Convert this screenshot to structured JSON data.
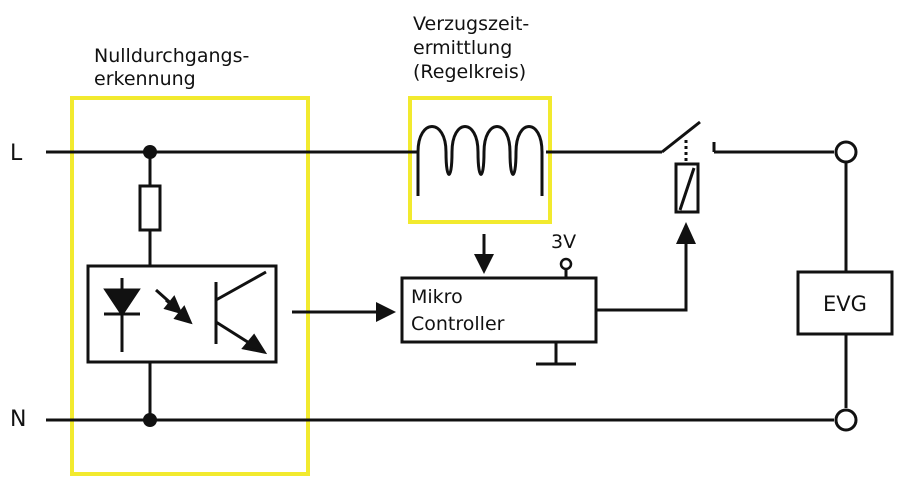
{
  "colors": {
    "ink": "#111111",
    "highlight": "#f2ea2e",
    "background": "#ffffff"
  },
  "rails": {
    "live": "L",
    "neutral": "N"
  },
  "blocks": {
    "zero_cross": {
      "title_line1": "Nulldurchgangs-",
      "title_line2": "erkennung"
    },
    "delay": {
      "title_line1": "Verzugszeit-",
      "title_line2": "ermittlung",
      "title_line3": "(Regelkreis)"
    },
    "mcu": {
      "label_line1": "Mikro",
      "label_line2": "Controller",
      "supply": "3V"
    },
    "ballast": {
      "label": "EVG"
    }
  },
  "icons": [
    "resistor-icon",
    "optocoupler-icon",
    "coil-icon",
    "relay-icon",
    "switch-icon",
    "terminal-icon"
  ]
}
